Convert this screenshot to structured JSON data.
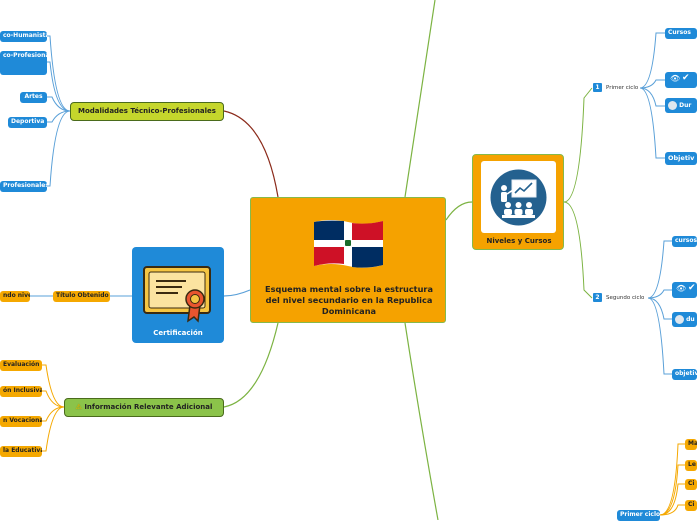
{
  "central": {
    "title": "Esquema mental sobre la estructura del nivel secundario en la Republica Dominicana"
  },
  "branches": {
    "modalidades": "Modalidades Técnico-Profesionales",
    "certificacion": "Certificación",
    "titulo": "Título Obtenido",
    "informacion": "Información Relevante Adicional",
    "niveles": "Niveles y Cursos"
  },
  "modalidades_children": [
    "co-Humanista",
    "co-Profesional",
    "Artes",
    "Deportiva",
    "Profesionales:"
  ],
  "titulo_children": [
    "ndo nivel"
  ],
  "informacion_children": [
    "Evaluación",
    "ón Inclusiva",
    "n Vocacional",
    "la Educativa"
  ],
  "primer_ciclo": {
    "num": "1",
    "label": "Primer ciclo",
    "cursos": "Cursos",
    "dur": "Dur",
    "obj": "Objetiv"
  },
  "segundo_ciclo": {
    "num": "2",
    "label": "Segundo ciclo",
    "cursos": "cursos",
    "dur": "du",
    "obj": "objetiv"
  },
  "bottom": {
    "primer_ciclo": "Primer ciclo",
    "items": [
      "Ma",
      "Le",
      "Ci",
      "Ci"
    ]
  },
  "colors": {
    "central": "#f5a200",
    "blue": "#1f8ad8",
    "green": "#8bc34a",
    "orange": "#f5a800",
    "yellowgreen": "#c5d62c"
  }
}
